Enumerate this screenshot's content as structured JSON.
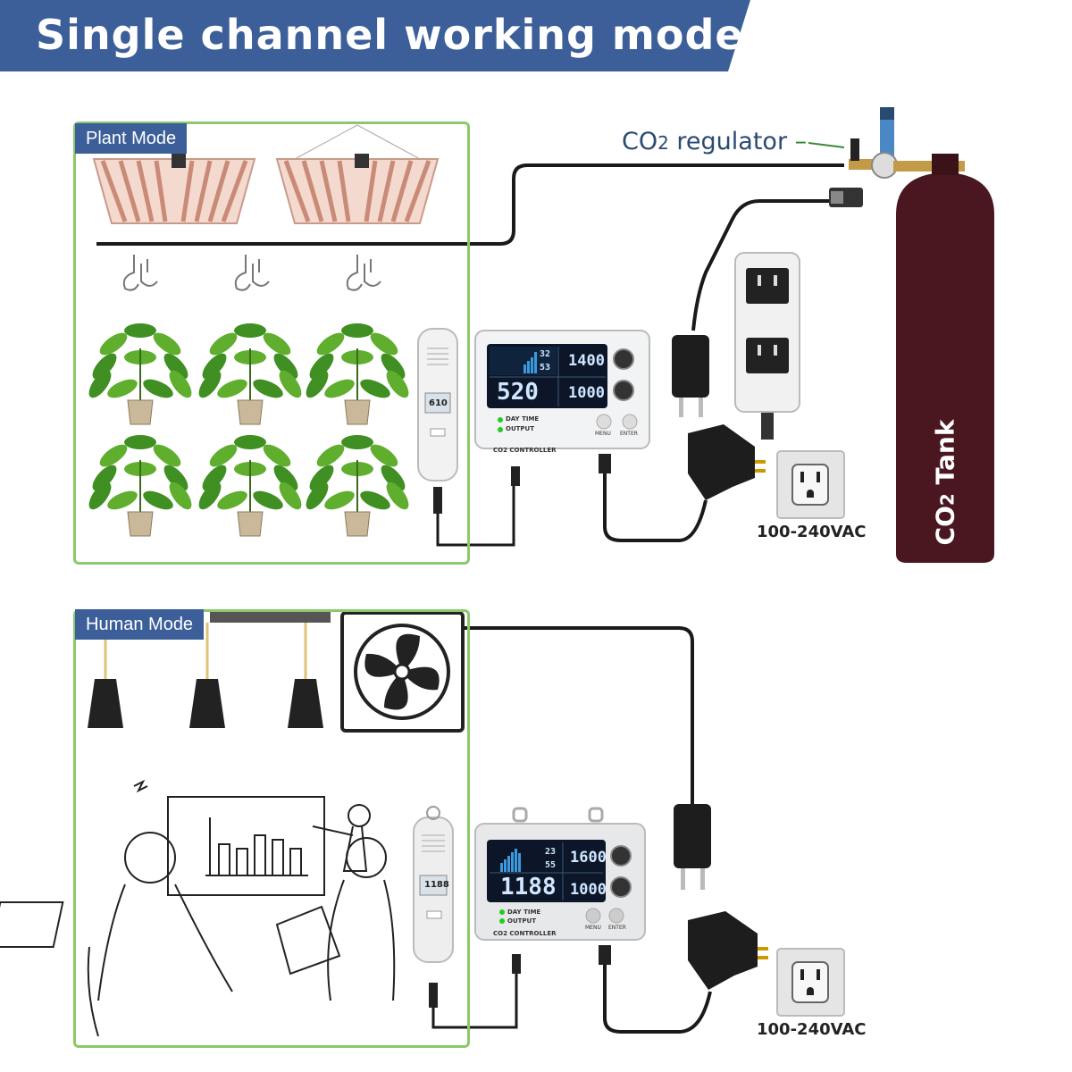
{
  "title": "Single channel working mode",
  "plant_mode": {
    "tag": "Plant Mode",
    "controller": {
      "reading_main": "520",
      "border_high": "1400",
      "border_low": "1000",
      "temp": "32",
      "humidity": "53",
      "led_daytime": "DAY TIME",
      "led_output": "OUTPUT",
      "btn_menu": "MENU",
      "btn_enter": "ENTER",
      "brand": "CO2 CONTROLLER"
    },
    "sensor_reading": "610",
    "co2_regulator_label": "CO",
    "co2_regulator_sub": "2",
    "co2_regulator_suffix": " regulator",
    "tank_label": "CO",
    "tank_sub": "2",
    "tank_suffix": " Tank",
    "voltage": "100-240VAC"
  },
  "human_mode": {
    "tag": "Human Mode",
    "controller": {
      "reading_main": "1188",
      "border_high": "1600",
      "border_low": "1000",
      "temp": "23",
      "humidity": "55",
      "led_daytime": "DAY TIME",
      "led_output": "OUTPUT",
      "btn_menu": "MENU",
      "btn_enter": "ENTER",
      "brand": "CO2 CONTROLLER"
    },
    "sensor_reading": "1188",
    "voltage": "100-240VAC"
  },
  "colors": {
    "banner": "#3c5f99",
    "frame_green": "#8cc96a",
    "tank": "#4a1620",
    "cable": "#1a1a1a"
  }
}
